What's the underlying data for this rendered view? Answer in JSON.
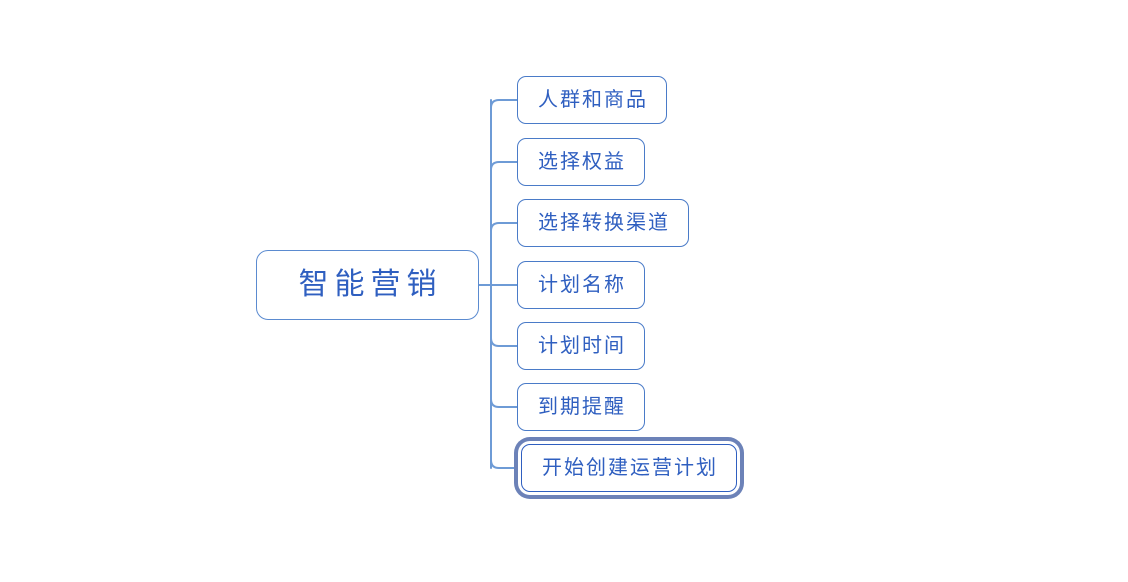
{
  "diagram": {
    "type": "mind-map",
    "orientation": "left-to-right",
    "background_color": "#FFFFFF",
    "node_border_color": "#4A7BC8",
    "node_text_color": "#2F5FC0",
    "connector_color": "#6E9BD6",
    "selected_outline_color": "#6C82B8",
    "root": {
      "label": "智能营销"
    },
    "children": [
      {
        "label": "人群和商品",
        "selected": false
      },
      {
        "label": "选择权益",
        "selected": false
      },
      {
        "label": "选择转换渠道",
        "selected": false
      },
      {
        "label": "计划名称",
        "selected": false
      },
      {
        "label": "计划时间",
        "selected": false
      },
      {
        "label": "到期提醒",
        "selected": false
      },
      {
        "label": "开始创建运营计划",
        "selected": true
      }
    ]
  }
}
